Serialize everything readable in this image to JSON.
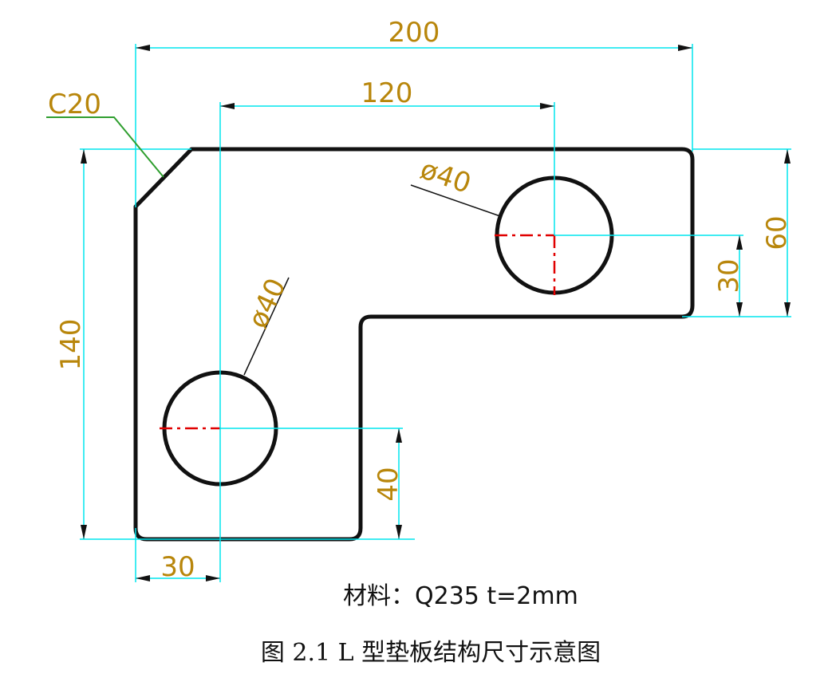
{
  "colors": {
    "outline": "#111111",
    "dimension_line": "#00e5ee",
    "dimension_text": "#b8860b",
    "leader_green": "#2e9e2e",
    "center_mark": "#e00000"
  },
  "dimensions": {
    "overall_width": "200",
    "top_width": "120",
    "overall_height": "140",
    "right_height": "60",
    "hole_offset_right": "30",
    "hole_offset_bottom": "40",
    "hole_offset_left": "30",
    "hole_dia_right": "ø40",
    "hole_dia_left": "ø40",
    "chamfer": "C20"
  },
  "note": {
    "material": "材料：Q235   t=2mm"
  },
  "caption": "图 2.1 L 型垫板结构尺寸示意图"
}
